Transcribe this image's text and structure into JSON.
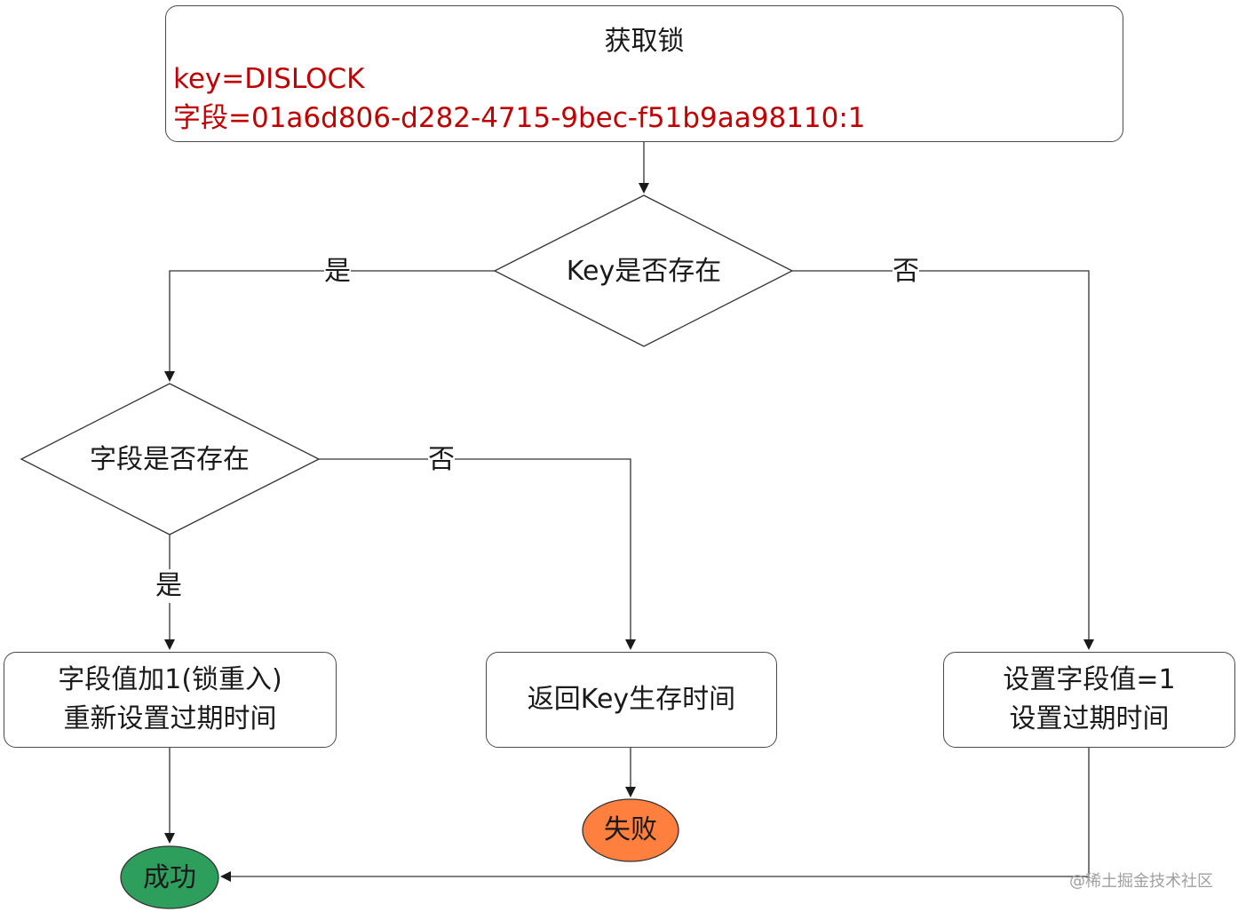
{
  "start": {
    "title": "获取锁",
    "key_line": "key=DISLOCK",
    "field_line": "字段=01a6d806-d282-4715-9bec-f51b9aa98110:1"
  },
  "decision_key": {
    "label": "Key是否存在"
  },
  "decision_field": {
    "label": "字段是否存在"
  },
  "edges": {
    "key_yes": "是",
    "key_no": "否",
    "field_no": "否",
    "field_yes": "是"
  },
  "reenter": {
    "line1": "字段值加1(锁重入)",
    "line2": "重新设置过期时间"
  },
  "return_ttl": {
    "label": "返回Key生存时间"
  },
  "set_field": {
    "line1": "设置字段值=1",
    "line2": "设置过期时间"
  },
  "fail": {
    "label": "失败",
    "color": "#ff7f3f"
  },
  "success": {
    "label": "成功",
    "color": "#2e9e5c"
  },
  "watermark": "@稀土掘金技术社区",
  "colors": {
    "highlight_text": "#c00000",
    "stroke": "#333333"
  }
}
